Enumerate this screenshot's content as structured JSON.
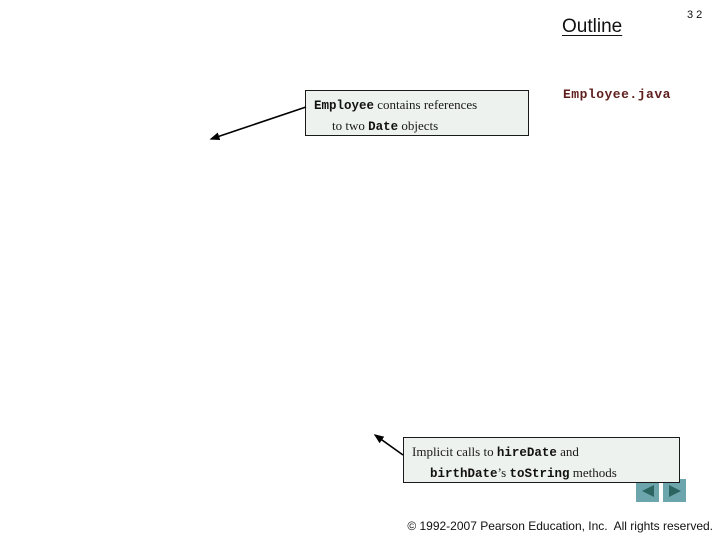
{
  "slide": {
    "page_number": "32",
    "title": "Outline",
    "copyright": "© 1992-2007 Pearson Education, Inc.  All rights reserved."
  },
  "outline_panel": {
    "filename": "Employee.java"
  },
  "callouts": [
    {
      "id": "employee-references",
      "line1": {
        "code1": "Employee",
        "text1": " contains references"
      },
      "line2": {
        "text1": "to two ",
        "code1": "Date",
        "text2": " objects"
      }
    },
    {
      "id": "implicit-calls",
      "line1": {
        "text1": "Implicit calls to ",
        "code1": "hireDate",
        "text2": " and"
      },
      "line2": {
        "code1": "birthDate",
        "text1": "’s ",
        "code2": "toString",
        "text2": " methods"
      }
    }
  ],
  "nav": {
    "prev_icon": "left-triangle",
    "next_icon": "right-triangle"
  },
  "colors": {
    "callout_bg": "#eef2ee",
    "callout_border": "#1a1a1a",
    "nav_button_bg": "#6da5ac",
    "nav_button_arrow": "#2c6462",
    "filename_color": "#5e1f1c"
  }
}
